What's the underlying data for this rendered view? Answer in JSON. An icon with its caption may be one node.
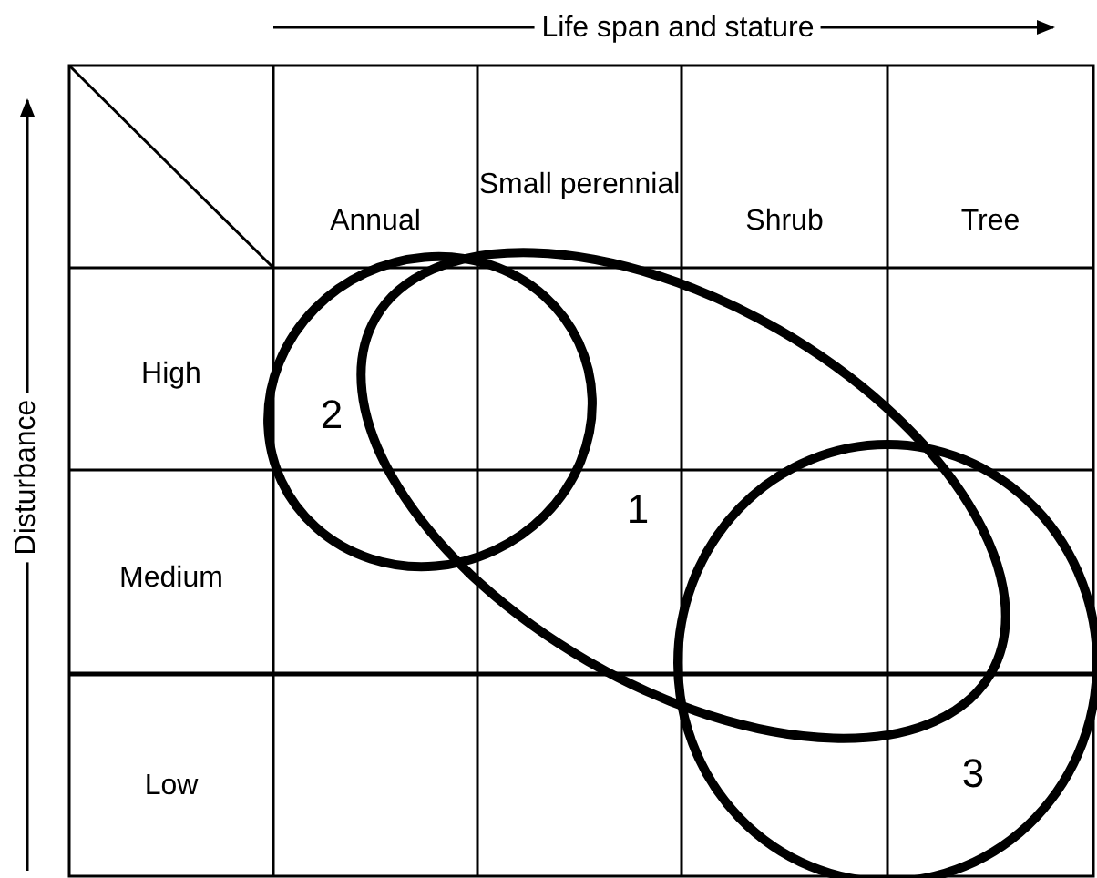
{
  "diagram": {
    "nodes": [
      {
        "text": [
          "2"
        ]
      },
      {
        "text": [
          "1"
        ]
      },
      {
        "text": [
          "3"
        ]
      }
    ],
    "labels": [
      "Life span and stature",
      "Disturbance",
      "Annual",
      "Small perennial",
      "Shrub",
      "Tree",
      "High",
      "Medium",
      "Low"
    ]
  }
}
